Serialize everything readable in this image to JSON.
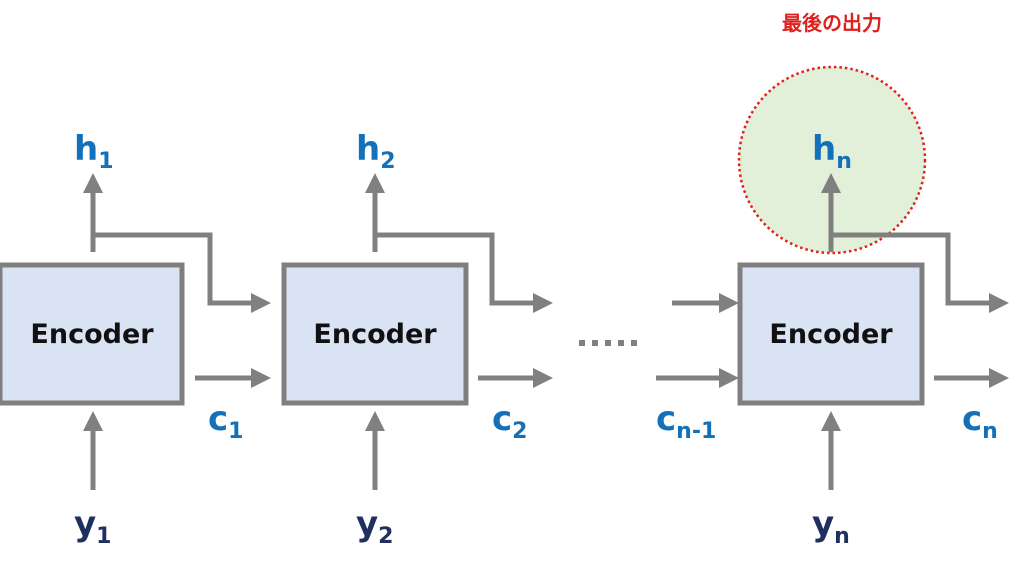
{
  "title_annotation": "最後の出力",
  "colors": {
    "box_fill": "#dae3f3",
    "box_border": "#7f7f7f",
    "arrow": "#808080",
    "hidden_label": "#1470b8",
    "input_label": "#1f2f5f",
    "highlight_fill": "#e2efd9",
    "highlight_border": "#e0201c"
  },
  "encoders": [
    {
      "label": "Encoder",
      "h": {
        "base": "h",
        "sub": "1"
      },
      "c": {
        "base": "c",
        "sub": "1"
      },
      "y": {
        "base": "y",
        "sub": "1"
      }
    },
    {
      "label": "Encoder",
      "h": {
        "base": "h",
        "sub": "2"
      },
      "c": {
        "base": "c",
        "sub": "2"
      },
      "y": {
        "base": "y",
        "sub": "2"
      }
    },
    {
      "label": "Encoder",
      "h": {
        "base": "h",
        "sub": "n"
      },
      "c": {
        "base": "c",
        "sub": "n"
      },
      "y": {
        "base": "y",
        "sub": "n"
      }
    }
  ],
  "prev_cell": {
    "base": "c",
    "sub": "n-1"
  },
  "ellipsis": "....."
}
